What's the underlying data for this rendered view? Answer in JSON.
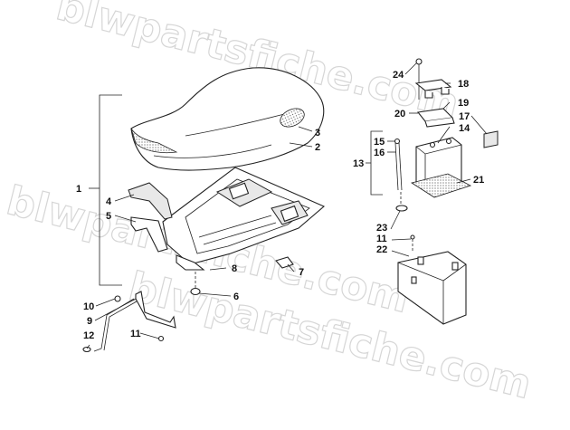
{
  "watermark": "blwpartsfiche.com",
  "callouts": [
    {
      "id": "c1",
      "label": "1"
    },
    {
      "id": "c2",
      "label": "2"
    },
    {
      "id": "c3",
      "label": "3"
    },
    {
      "id": "c4",
      "label": "4"
    },
    {
      "id": "c5",
      "label": "5"
    },
    {
      "id": "c6",
      "label": "6"
    },
    {
      "id": "c7",
      "label": "7"
    },
    {
      "id": "c8",
      "label": "8"
    },
    {
      "id": "c9",
      "label": "9"
    },
    {
      "id": "c10",
      "label": "10"
    },
    {
      "id": "c11a",
      "label": "11"
    },
    {
      "id": "c12",
      "label": "12"
    },
    {
      "id": "c13",
      "label": "13"
    },
    {
      "id": "c14",
      "label": "14"
    },
    {
      "id": "c15",
      "label": "15"
    },
    {
      "id": "c16",
      "label": "16"
    },
    {
      "id": "c17",
      "label": "17"
    },
    {
      "id": "c18",
      "label": "18"
    },
    {
      "id": "c19",
      "label": "19"
    },
    {
      "id": "c20",
      "label": "20"
    },
    {
      "id": "c21",
      "label": "21"
    },
    {
      "id": "c22",
      "label": "22"
    },
    {
      "id": "c23",
      "label": "23"
    },
    {
      "id": "c24",
      "label": "24"
    },
    {
      "id": "c11b",
      "label": "11"
    }
  ]
}
